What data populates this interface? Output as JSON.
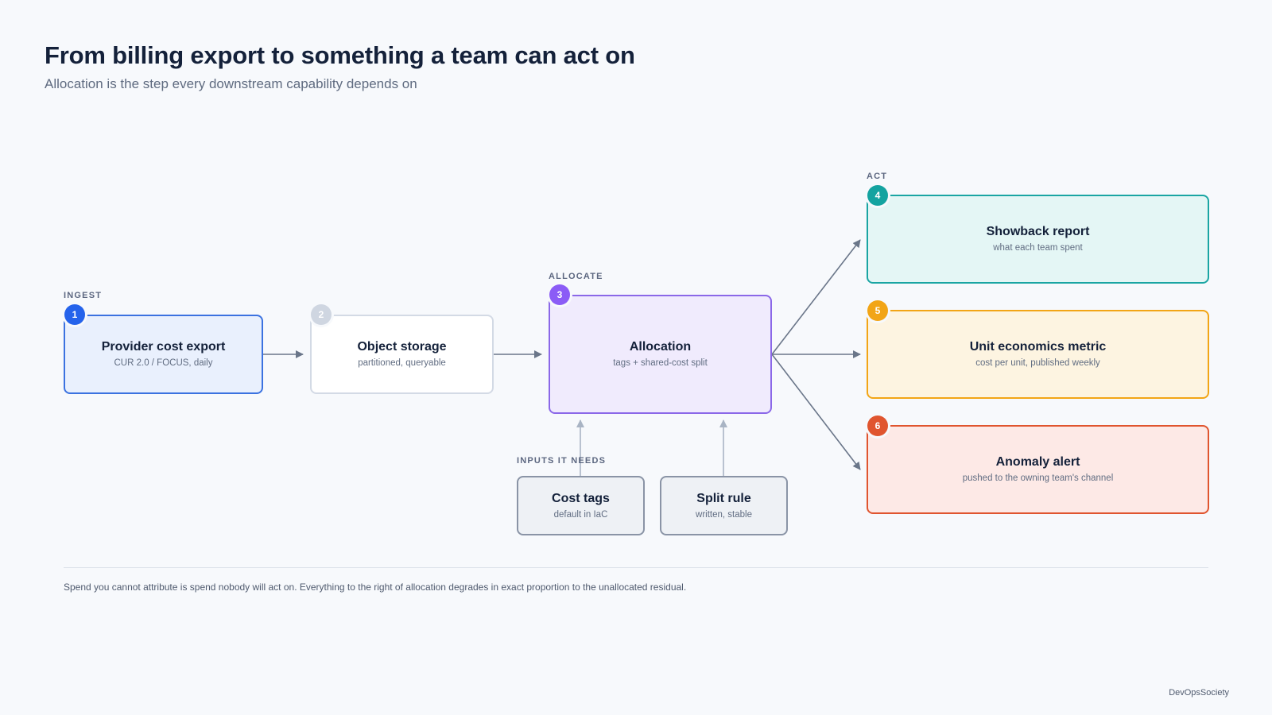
{
  "header": {
    "title": "From billing export to something a team can act on",
    "subtitle": "Allocation is the step every downstream capability depends on"
  },
  "stages": {
    "ingest": "INGEST",
    "allocate": "ALLOCATE",
    "act": "ACT",
    "inputs": "INPUTS IT NEEDS"
  },
  "nodes": {
    "provider_export": {
      "number": "1",
      "title": "Provider cost export",
      "subtitle": "CUR 2.0 / FOCUS, daily"
    },
    "object_storage": {
      "number": "2",
      "title": "Object storage",
      "subtitle": "partitioned, queryable"
    },
    "allocation": {
      "number": "3",
      "title": "Allocation",
      "subtitle": "tags + shared-cost split"
    },
    "showback": {
      "number": "4",
      "title": "Showback report",
      "subtitle": "what each team spent"
    },
    "unit_economics": {
      "number": "5",
      "title": "Unit economics metric",
      "subtitle": "cost per unit, published weekly"
    },
    "anomaly": {
      "number": "6",
      "title": "Anomaly alert",
      "subtitle": "pushed to the owning team's channel"
    },
    "cost_tags": {
      "title": "Cost tags",
      "subtitle": "default in IaC"
    },
    "split_rule": {
      "title": "Split rule",
      "subtitle": "written, stable"
    }
  },
  "colors": {
    "blue": "#2563eb",
    "gray": "#cfd6e1",
    "purple": "#8b5cf6",
    "teal": "#14a3a0",
    "amber": "#f2a516",
    "red": "#e0552f",
    "arrow": "#6a7689",
    "input_arrow": "#a9b4c4"
  },
  "footer": {
    "note": "Spend you cannot attribute is spend nobody will act on. Everything to the right of allocation degrades in exact proportion to the unallocated residual.",
    "brand": "DevOpsSociety"
  }
}
